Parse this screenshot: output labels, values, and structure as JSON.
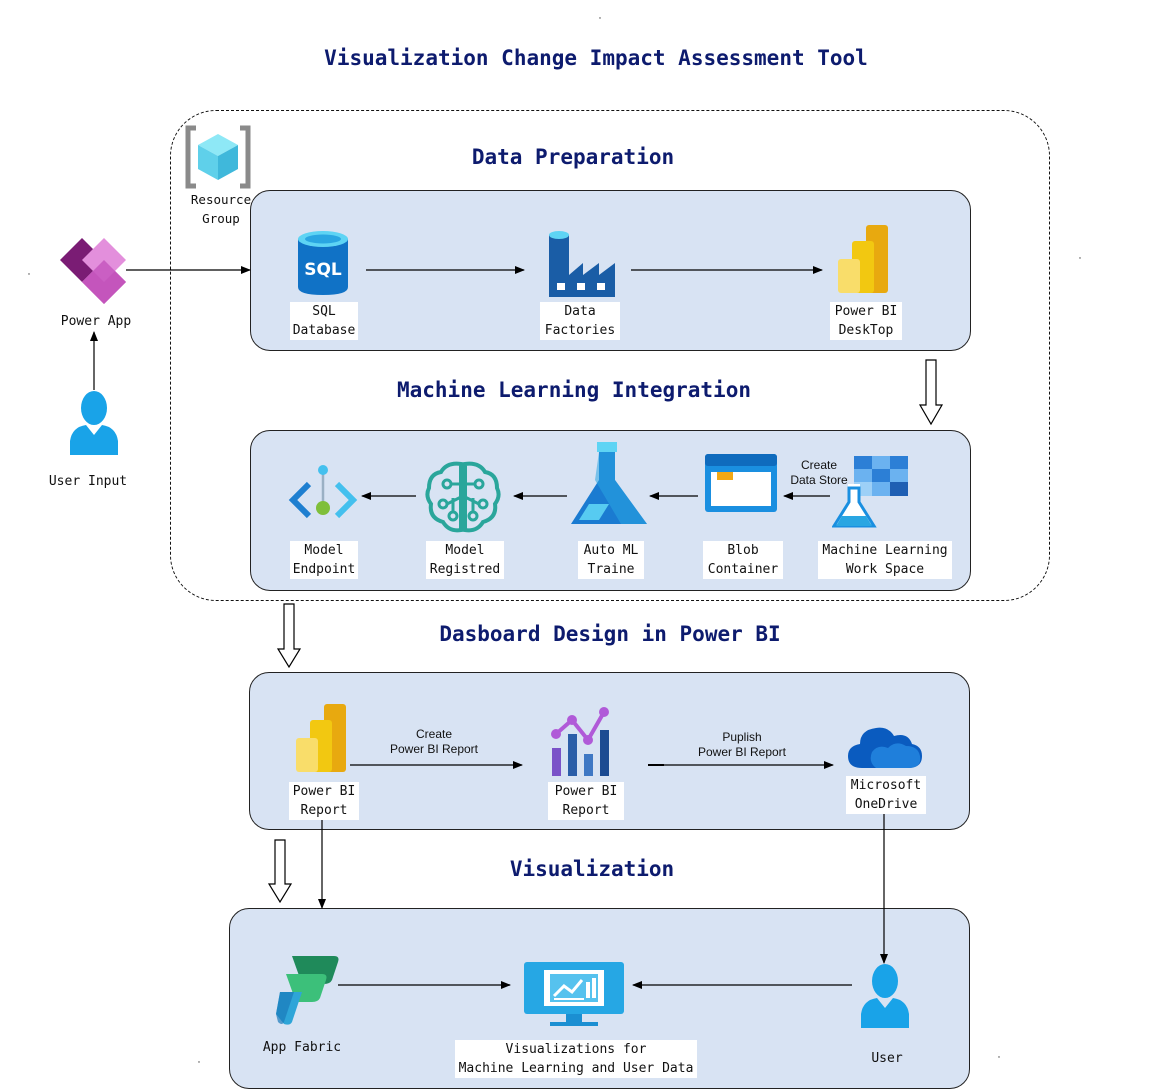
{
  "title": "Visualization Change Impact Assessment Tool",
  "sections": {
    "data_preparation": "Data Preparation",
    "ml_integration": "Machine Learning Integration",
    "dashboard_design": "Dasboard Design in Power BI",
    "visualization": "Visualization"
  },
  "resource_group": {
    "line1": "Resource",
    "line2": "Group"
  },
  "user_input": {
    "power_app": "Power App",
    "user_input": "User Input"
  },
  "data_prep": {
    "sql": {
      "line1": "SQL",
      "line2": "Database"
    },
    "factories": {
      "line1": "Data",
      "line2": "Factories"
    },
    "pbi_desktop": {
      "line1": "Power BI",
      "line2": "DeskTop"
    }
  },
  "ml": {
    "endpoint": {
      "line1": "Model",
      "line2": "Endpoint"
    },
    "registered": {
      "line1": "Model",
      "line2": "Registred"
    },
    "automl": {
      "line1": "Auto ML",
      "line2": "Traine"
    },
    "blob": {
      "line1": "Blob",
      "line2": "Container"
    },
    "workspace": {
      "line1": "Machine Learning",
      "line2": "Work Space"
    },
    "create_store": {
      "line1": "Create",
      "line2": "Data Store"
    }
  },
  "dashboard": {
    "pbi_report1": {
      "line1": "Power BI",
      "line2": "Report"
    },
    "pbi_report2": {
      "line1": "Power BI",
      "line2": "Report"
    },
    "onedrive": {
      "line1": "Microsoft",
      "line2": "OneDrive"
    },
    "create_report": {
      "line1": "Create",
      "line2": "Power BI Report"
    },
    "publish_report": {
      "line1": "Puplish",
      "line2": "Power BI Report"
    }
  },
  "viz": {
    "app_fabric": "App Fabric",
    "visualizations": {
      "line1": "Visualizations for",
      "line2": "Machine Learning and User Data"
    },
    "user": "User"
  },
  "icons": {
    "resource_group": "resource-group-icon",
    "power_app": "power-apps-icon",
    "user": "user-icon",
    "sql": "sql-database-icon",
    "factories": "data-factory-icon",
    "power_bi": "power-bi-icon",
    "endpoint": "model-endpoint-icon",
    "brain": "model-registry-icon",
    "automl": "automl-flask-icon",
    "blob": "blob-container-icon",
    "workspace": "ml-workspace-icon",
    "pbi_report": "power-bi-report-chart-icon",
    "onedrive": "onedrive-cloud-icon",
    "fabric": "app-fabric-icon",
    "monitor": "monitor-chart-icon"
  },
  "colors": {
    "title": "#0d1b6e",
    "panel_fill": "#d8e3f3",
    "azure_blue": "#1490df",
    "power_bi_yellow": "#f2c811",
    "power_app_purple": "#9b2c94",
    "ml_teal": "#2aa69b",
    "user_blue": "#19a3e8"
  }
}
